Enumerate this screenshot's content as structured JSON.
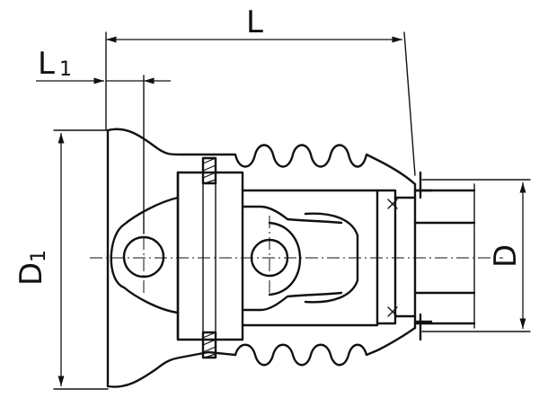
{
  "dimensions": {
    "overall_length": {
      "symbol": "L"
    },
    "flange_length": {
      "symbol": "L",
      "subscript": "1"
    },
    "outer_diameter": {
      "symbol": "D",
      "subscript": "1"
    },
    "shaft_diameter": {
      "symbol": "D"
    }
  }
}
